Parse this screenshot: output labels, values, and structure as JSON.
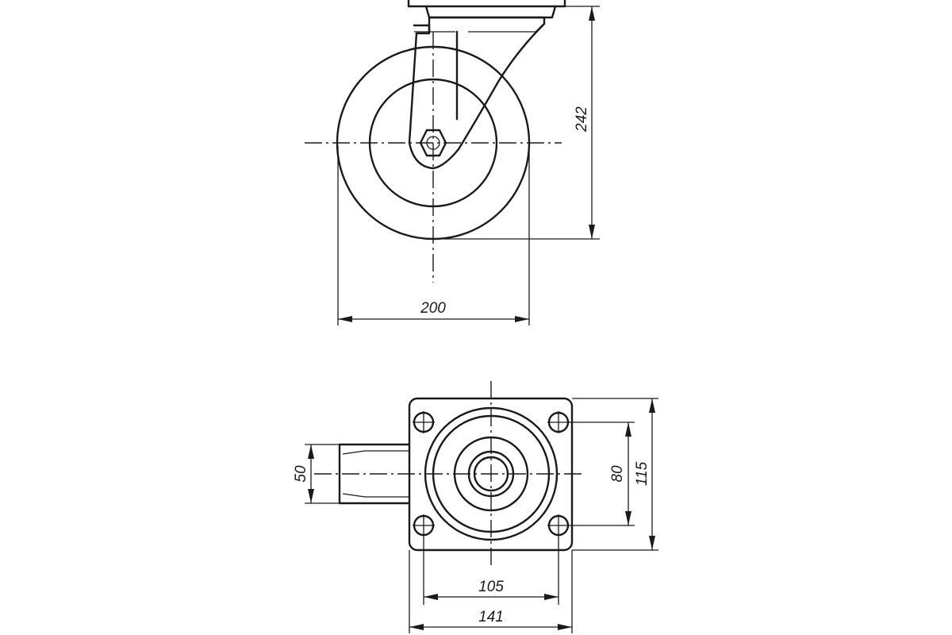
{
  "side_view": {
    "dim_wheel_diameter": "200",
    "dim_total_height": "242"
  },
  "top_view": {
    "dim_wheel_width": "50",
    "dim_hole_spacing_vertical": "80",
    "dim_plate_height": "115",
    "dim_hole_spacing_horizontal": "105",
    "dim_plate_width": "141"
  }
}
